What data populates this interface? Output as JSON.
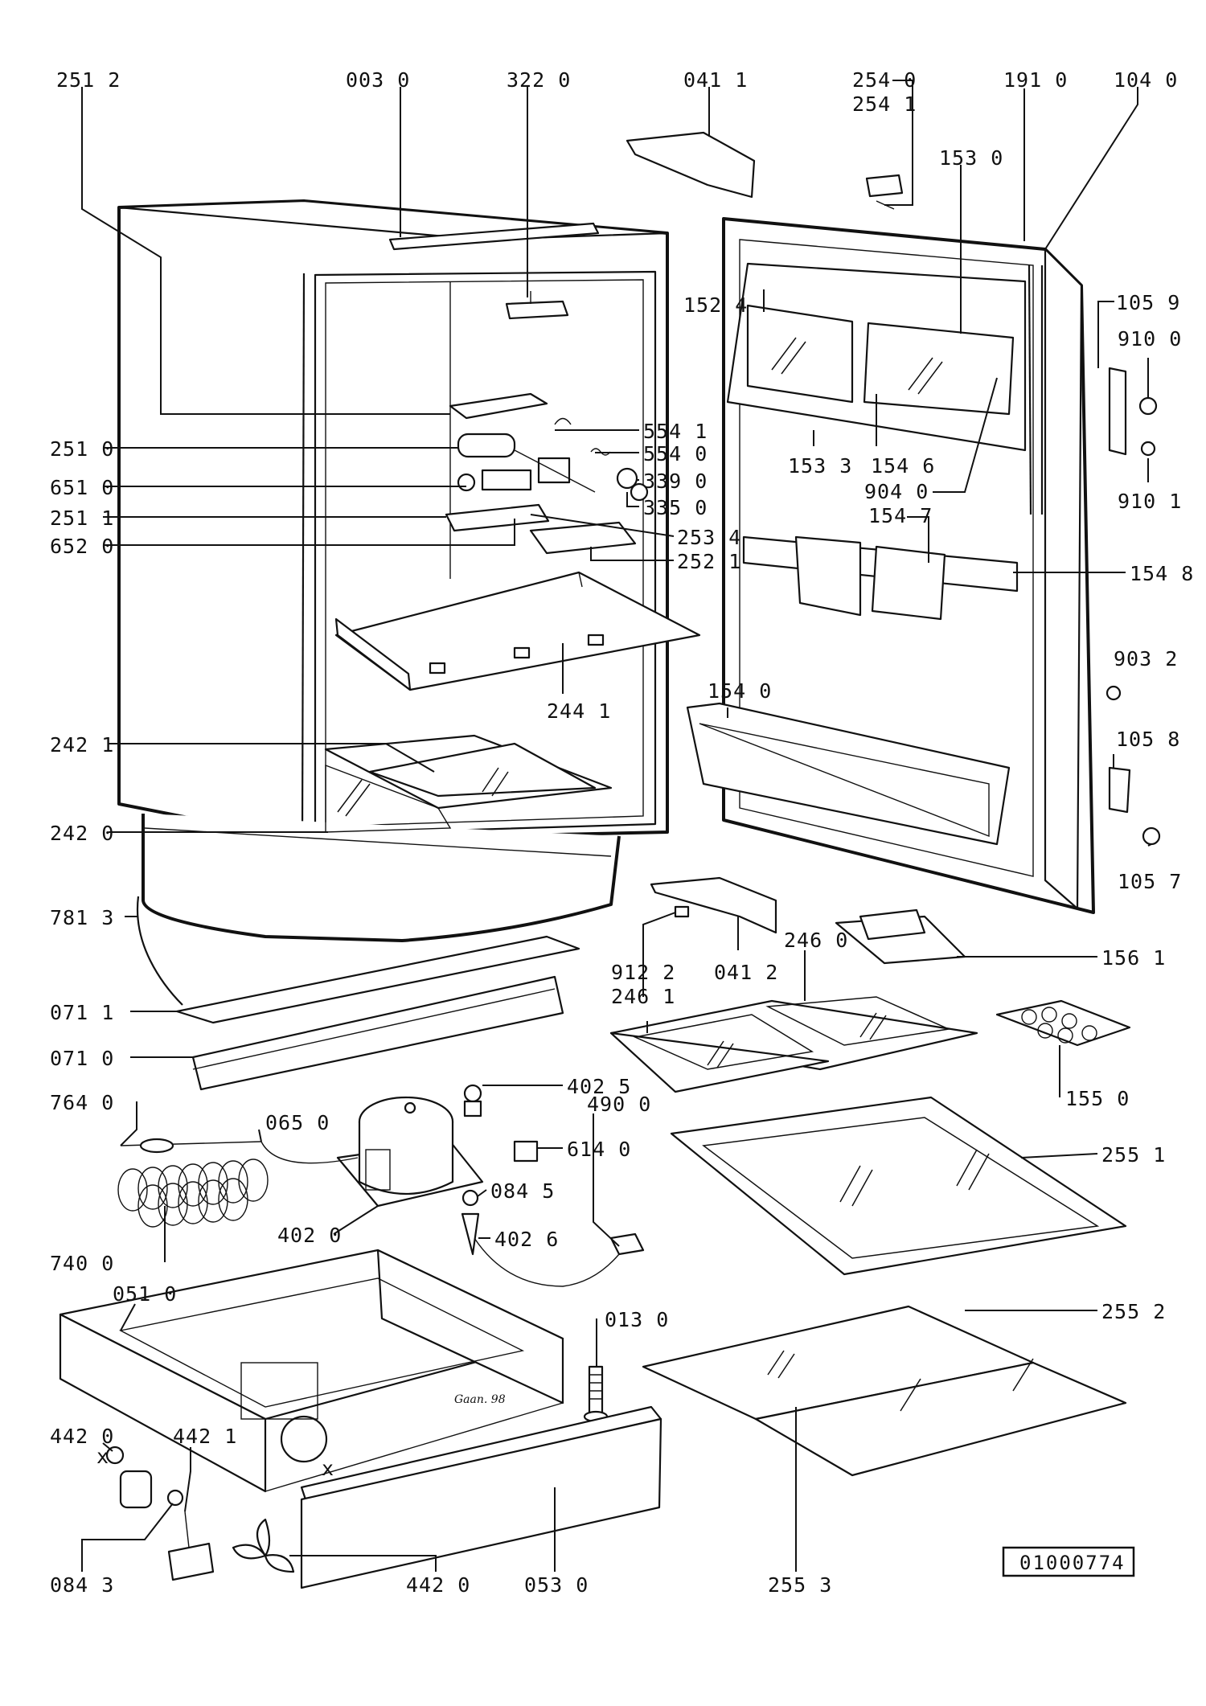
{
  "drawing_number": "01000774",
  "stamp_text": "Gaan. 98",
  "x_mark": "x",
  "callouts": [
    {
      "id": "2512",
      "text": "251 2"
    },
    {
      "id": "0030",
      "text": "003 0"
    },
    {
      "id": "3220",
      "text": "322 0"
    },
    {
      "id": "0411",
      "text": "041 1"
    },
    {
      "id": "2540",
      "text": "254 0"
    },
    {
      "id": "2541",
      "text": "254 1"
    },
    {
      "id": "1910",
      "text": "191 0"
    },
    {
      "id": "1040",
      "text": "104 0"
    },
    {
      "id": "1530",
      "text": "153 0"
    },
    {
      "id": "1524",
      "text": "152 4"
    },
    {
      "id": "1059",
      "text": "105 9"
    },
    {
      "id": "9100",
      "text": "910 0"
    },
    {
      "id": "9101",
      "text": "910 1"
    },
    {
      "id": "5541",
      "text": "554 1"
    },
    {
      "id": "5540",
      "text": "554 0"
    },
    {
      "id": "3390",
      "text": "339 0"
    },
    {
      "id": "3350",
      "text": "335 0"
    },
    {
      "id": "2534",
      "text": "253 4"
    },
    {
      "id": "2521",
      "text": "252 1"
    },
    {
      "id": "2510",
      "text": "251 0"
    },
    {
      "id": "6510",
      "text": "651 0"
    },
    {
      "id": "2511",
      "text": "251 1"
    },
    {
      "id": "6520",
      "text": "652 0"
    },
    {
      "id": "1533",
      "text": "153 3"
    },
    {
      "id": "1546",
      "text": "154 6"
    },
    {
      "id": "9040",
      "text": "904 0"
    },
    {
      "id": "1547",
      "text": "154 7"
    },
    {
      "id": "1548",
      "text": "154 8"
    },
    {
      "id": "2441",
      "text": "244 1"
    },
    {
      "id": "9032",
      "text": "903 2"
    },
    {
      "id": "1540",
      "text": "154 0"
    },
    {
      "id": "2421",
      "text": "242 1"
    },
    {
      "id": "1058",
      "text": "105 8"
    },
    {
      "id": "2420",
      "text": "242 0"
    },
    {
      "id": "1057",
      "text": "105 7"
    },
    {
      "id": "7813",
      "text": "781 3"
    },
    {
      "id": "0412",
      "text": "041 2"
    },
    {
      "id": "2460",
      "text": "246 0"
    },
    {
      "id": "9122",
      "text": "912 2"
    },
    {
      "id": "2461",
      "text": "246 1"
    },
    {
      "id": "1561",
      "text": "156 1"
    },
    {
      "id": "0711",
      "text": "071 1"
    },
    {
      "id": "0710",
      "text": "071 0"
    },
    {
      "id": "1550",
      "text": "155 0"
    },
    {
      "id": "7640",
      "text": "764 0"
    },
    {
      "id": "0650",
      "text": "065 0"
    },
    {
      "id": "4025",
      "text": "402 5"
    },
    {
      "id": "6140",
      "text": "614 0"
    },
    {
      "id": "2551",
      "text": "255 1"
    },
    {
      "id": "4900",
      "text": "490 0"
    },
    {
      "id": "0845",
      "text": "084 5"
    },
    {
      "id": "4020",
      "text": "402 0"
    },
    {
      "id": "4026",
      "text": "402 6"
    },
    {
      "id": "7400",
      "text": "740 0"
    },
    {
      "id": "0510",
      "text": "051 0"
    },
    {
      "id": "2552",
      "text": "255 2"
    },
    {
      "id": "0130",
      "text": "013 0"
    },
    {
      "id": "4420a",
      "text": "442 0"
    },
    {
      "id": "4421",
      "text": "442 1"
    },
    {
      "id": "0843",
      "text": "084 3"
    },
    {
      "id": "4420b",
      "text": "442 0"
    },
    {
      "id": "0530",
      "text": "053 0"
    },
    {
      "id": "2553",
      "text": "255 3"
    }
  ]
}
